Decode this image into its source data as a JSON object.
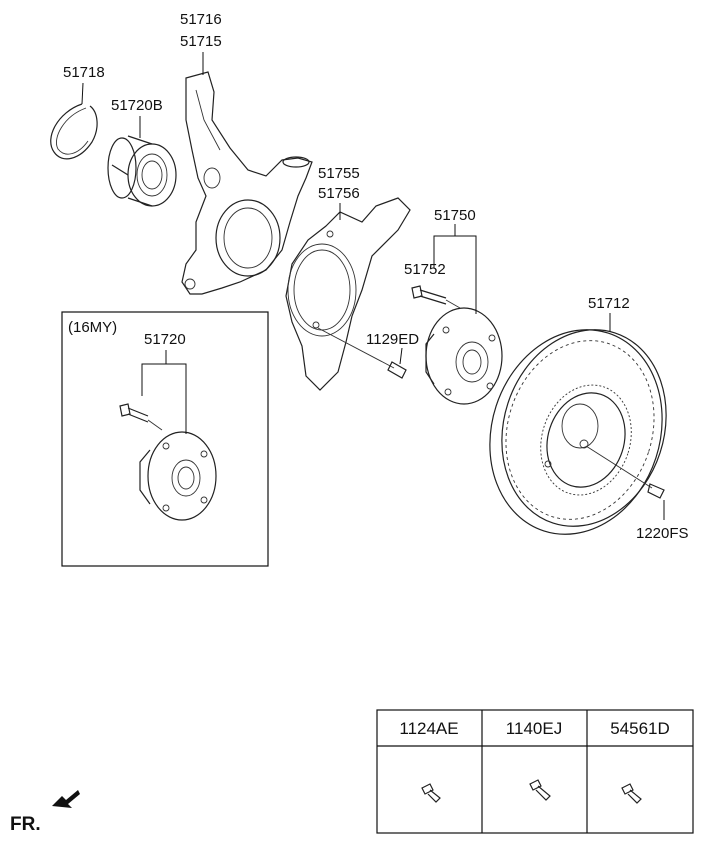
{
  "labels": {
    "p51716": "51716",
    "p51715": "51715",
    "p51718": "51718",
    "p51720b": "51720B",
    "p51755": "51755",
    "p51756": "51756",
    "p51750": "51750",
    "p51752": "51752",
    "p1129ed": "1129ED",
    "p51712": "51712",
    "p1220fs": "1220FS",
    "inset_title": "(16MY)",
    "p51720": "51720",
    "fr": "FR."
  },
  "table": {
    "headers": [
      "1124AE",
      "1140EJ",
      "54561D"
    ]
  }
}
